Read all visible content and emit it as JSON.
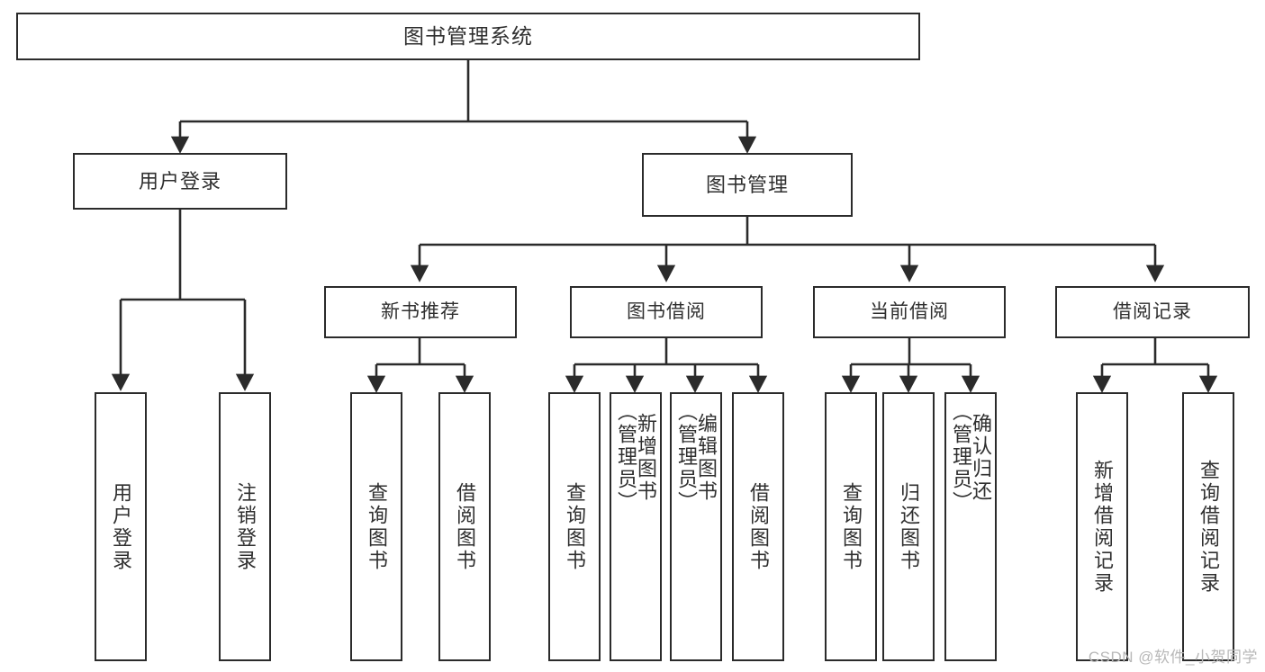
{
  "diagram": {
    "type": "tree",
    "title": "图书管理系统",
    "watermark": "CSDN @软件_小贺同学",
    "colors": {
      "stroke": "#2b2b2b",
      "fill": "#ffffff",
      "text": "#2f2f2f",
      "watermark": "#b8b8b8"
    },
    "nodes": {
      "root": {
        "label": "图书管理系统"
      },
      "level2": [
        {
          "id": "user-login",
          "label": "用户登录"
        },
        {
          "id": "book-manage",
          "label": "图书管理"
        }
      ],
      "level3": [
        {
          "id": "new-book-rec",
          "label": "新书推荐"
        },
        {
          "id": "book-borrow",
          "label": "图书借阅"
        },
        {
          "id": "current-borrow",
          "label": "当前借阅"
        },
        {
          "id": "borrow-record",
          "label": "借阅记录"
        }
      ],
      "leaves": {
        "user-login": [
          {
            "id": "leaf-user-login",
            "label": "用户登录"
          },
          {
            "id": "leaf-logout",
            "label": "注销登录"
          }
        ],
        "new-book-rec": [
          {
            "id": "leaf-query-book-1",
            "label": "查询图书"
          },
          {
            "id": "leaf-borrow-book-1",
            "label": "借阅图书"
          }
        ],
        "book-borrow": [
          {
            "id": "leaf-query-book-2",
            "label": "查询图书"
          },
          {
            "id": "leaf-add-book",
            "label": "新增图书\n（管理员）"
          },
          {
            "id": "leaf-edit-book",
            "label": "编辑图书\n（管理员）"
          },
          {
            "id": "leaf-borrow-book-2",
            "label": "借阅图书"
          }
        ],
        "current-borrow": [
          {
            "id": "leaf-query-book-3",
            "label": "查询图书"
          },
          {
            "id": "leaf-return-book",
            "label": "归还图书"
          },
          {
            "id": "leaf-confirm-return",
            "label": "确认归还\n（管理员）"
          }
        ],
        "borrow-record": [
          {
            "id": "leaf-add-record",
            "label": "新增借阅记录"
          },
          {
            "id": "leaf-query-record",
            "label": "查询借阅记录"
          }
        ]
      }
    }
  }
}
